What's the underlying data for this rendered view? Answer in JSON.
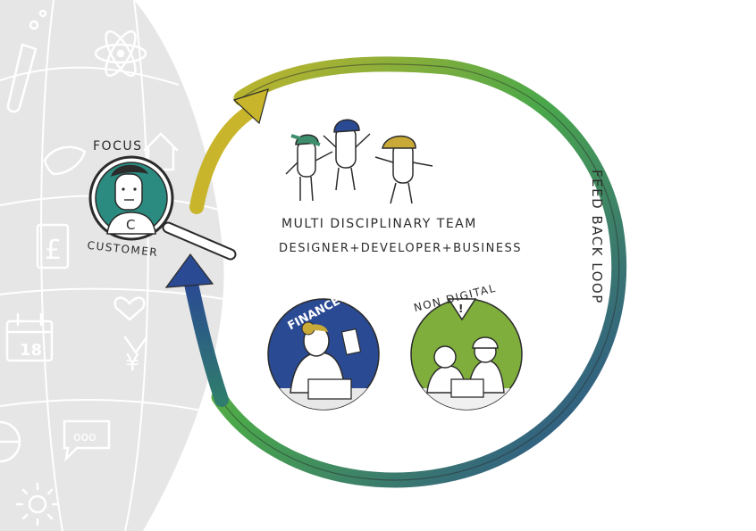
{
  "colors": {
    "globe": "#e6e6e6",
    "loop_yellow": "#c8b52b",
    "loop_green": "#4aa84a",
    "loop_blue": "#2a4a93",
    "finance_blue": "#2a4a93",
    "non_digital_green": "#7fae3c",
    "focus_teal": "#2b8b80",
    "ink": "#2b2b2b"
  },
  "focus_lens": {
    "top_label": "FOCUS",
    "badge_letter": "C",
    "bottom_label": "CUSTOMER"
  },
  "team": {
    "line1": "MULTI DISCIPLINARY TEAM",
    "line2": "DESIGNER+DEVELOPER+BUSINESS",
    "hat_colors": [
      "#3e8e6e",
      "#2a4a93",
      "#c9a937"
    ]
  },
  "feedback_label": "FEED BACK LOOP",
  "finance": {
    "label": "FINANCE"
  },
  "non_digital": {
    "label": "NON DIGITAL",
    "warning_symbol": "!"
  },
  "background_icons": [
    "test-tube-icon",
    "atom-icon",
    "bird-icon",
    "house-icon",
    "pound-icon",
    "heart-icon",
    "calendar-icon",
    "yen-icon",
    "chat-bubble-icon",
    "sun-icon",
    "globe-icon"
  ],
  "calendar_day": "18",
  "pound_symbol": "£",
  "yen_symbol": "¥",
  "chat_dots": "ooo"
}
